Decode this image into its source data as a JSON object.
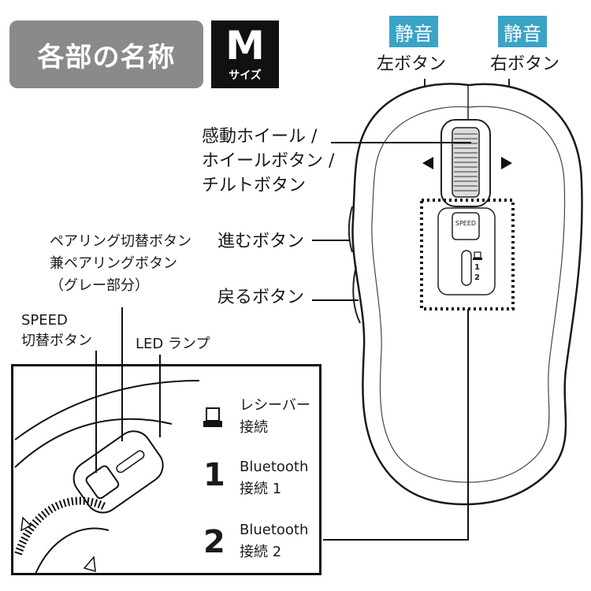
{
  "header": {
    "title": "各部の名称",
    "size_letter": "M",
    "size_sub": "サイズ"
  },
  "top_buttons": {
    "left_mute": "静音",
    "right_mute": "静音",
    "left_button": "左ボタン",
    "right_button": "右ボタン"
  },
  "callouts": {
    "wheel_line1": "感動ホイール /",
    "wheel_line2": "ホイールボタン /",
    "wheel_line3": "チルトボタン",
    "forward_button": "進むボタン",
    "back_button": "戻るボタン",
    "pairing_line1": "ペアリング切替ボタン",
    "pairing_line2": "兼ペアリングボタン",
    "pairing_line3": "（グレー部分）",
    "speed_line1": "SPEED",
    "speed_line2": "切替ボタン",
    "led_lamp": "LED ランプ"
  },
  "mouse_labels": {
    "speed_key": "SPEED",
    "num1": "1",
    "num2": "2"
  },
  "legend": {
    "items": [
      {
        "symbol": "receiver",
        "line1": "レシーバー",
        "line2": "接続"
      },
      {
        "symbol": "1",
        "line1": "Bluetooth",
        "line2": "接続 1"
      },
      {
        "symbol": "2",
        "line1": "Bluetooth",
        "line2": "接続 2"
      }
    ]
  }
}
